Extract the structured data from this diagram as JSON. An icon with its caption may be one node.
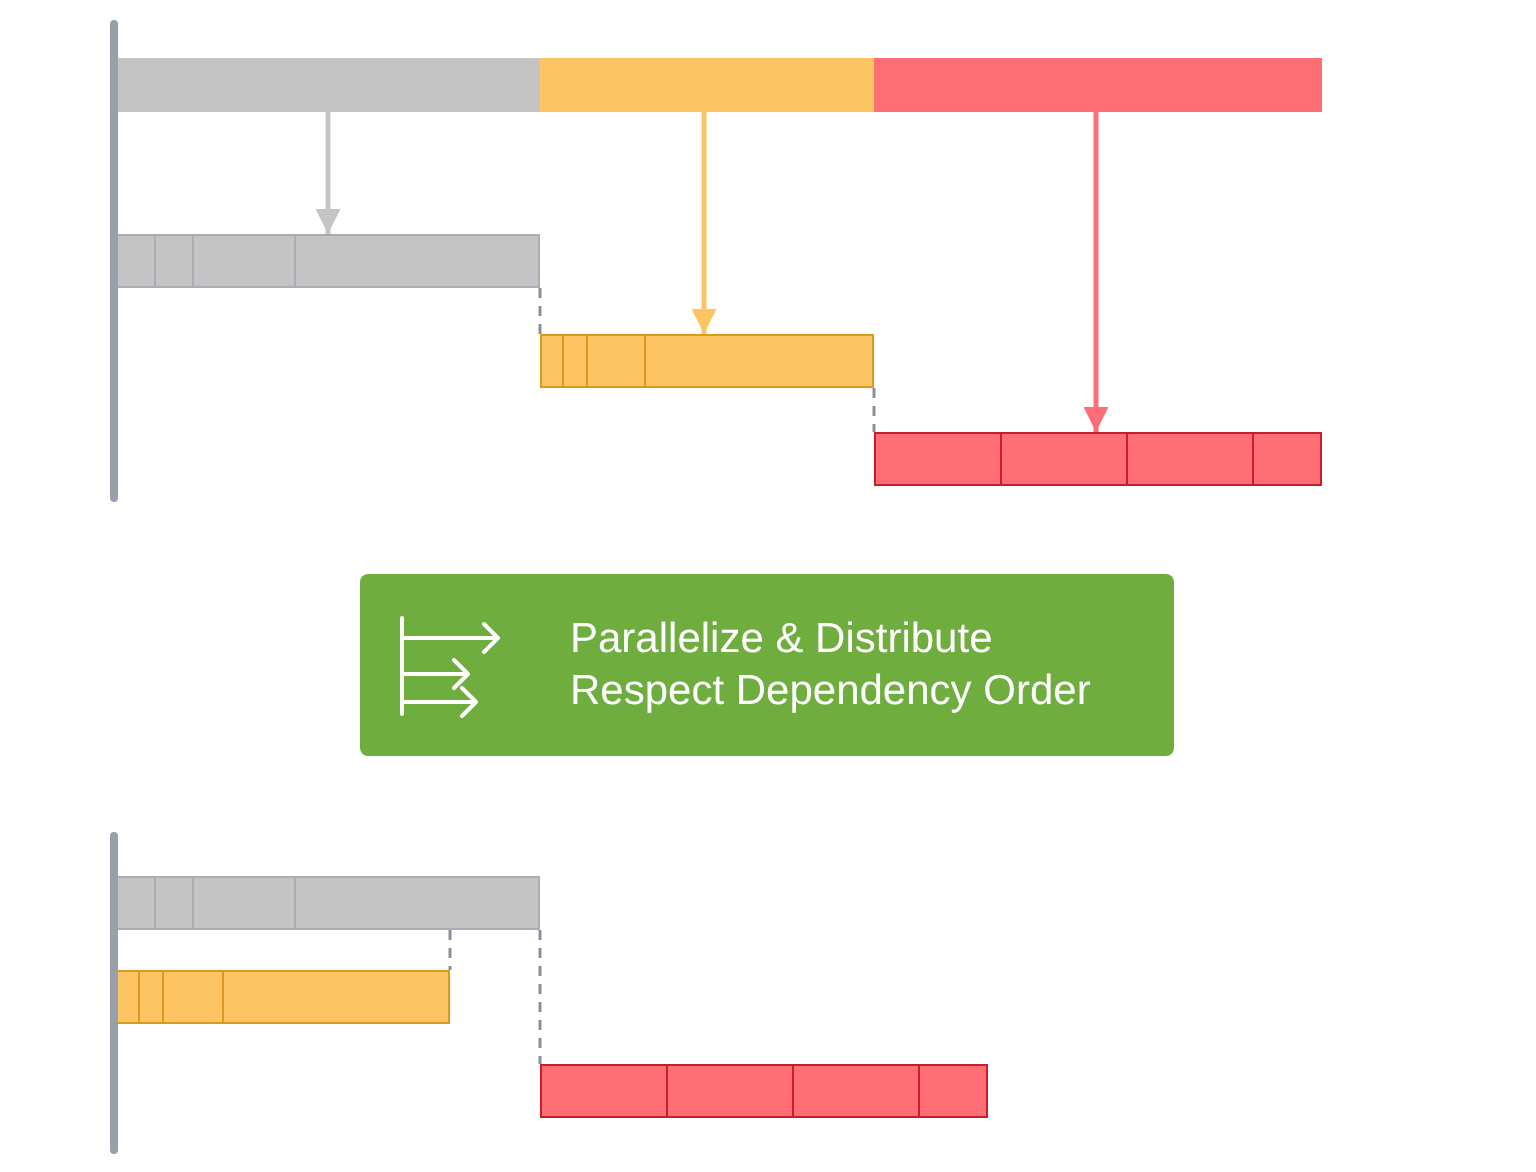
{
  "diagram": {
    "nodes": [
      {
        "text": [],
        "shape": "bar"
      },
      {
        "text": [],
        "shape": "bar"
      },
      {
        "text": [],
        "shape": "bar"
      },
      {
        "text": [],
        "shape": "bar"
      },
      {
        "text": [],
        "shape": "bar"
      },
      {
        "text": [],
        "shape": "bar"
      },
      {
        "text": [
          "Parallelize & Distribute",
          "Respect Dependency Order"
        ]
      },
      {
        "text": [],
        "shape": "bar"
      },
      {
        "text": [],
        "shape": "bar"
      },
      {
        "text": [],
        "shape": "bar"
      }
    ],
    "edges": [
      {
        "from": 0,
        "to": 3,
        "arrow": "to",
        "color": "#c4c4c4"
      },
      {
        "from": 1,
        "to": 4,
        "arrow": "to",
        "color": "#fdc463"
      },
      {
        "from": 2,
        "to": 5,
        "arrow": "to",
        "color": "#ff6d75"
      },
      {
        "from": 3,
        "to": 4,
        "arrow": "none",
        "style": "dashed",
        "color": "#8a8f99"
      },
      {
        "from": 4,
        "to": 5,
        "arrow": "none",
        "style": "dashed",
        "color": "#8a8f99"
      },
      {
        "from": 7,
        "to": 8,
        "arrow": "none",
        "style": "dashed",
        "color": "#8a8f99"
      },
      {
        "from": 7,
        "to": 9,
        "arrow": "none",
        "style": "dashed",
        "color": "#8a8f99"
      }
    ]
  }
}
